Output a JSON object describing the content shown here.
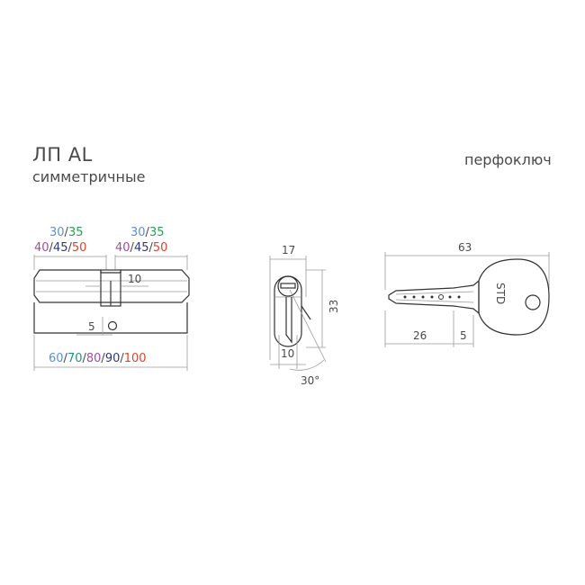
{
  "header": {
    "title": "ЛП AL",
    "subtitle": "симметричные",
    "key_type": "перфоключ"
  },
  "colors": {
    "blue": "#5b8fd6",
    "green": "#2f9a55",
    "purple": "#9b4f9c",
    "navy": "#2d3a78",
    "red": "#d9452f",
    "teal": "#1f8f8a",
    "ink": "#4a4a4a"
  },
  "left_view": {
    "top_row_left": [
      "30",
      "35"
    ],
    "top_row_right": [
      "30",
      "35"
    ],
    "mid_row_left": [
      "40",
      "45",
      "50"
    ],
    "mid_row_right": [
      "40",
      "45",
      "50"
    ],
    "slash": "/",
    "cam_width": "10",
    "screw_offset": "5",
    "lengths": [
      "60",
      "70",
      "80",
      "90",
      "100"
    ]
  },
  "side_view": {
    "width": "17",
    "height": "33",
    "bottom_width": "10",
    "angle": "30°"
  },
  "key_view": {
    "total_length": "63",
    "blade_length": "26",
    "shoulder": "5",
    "head_mark": "STD"
  }
}
